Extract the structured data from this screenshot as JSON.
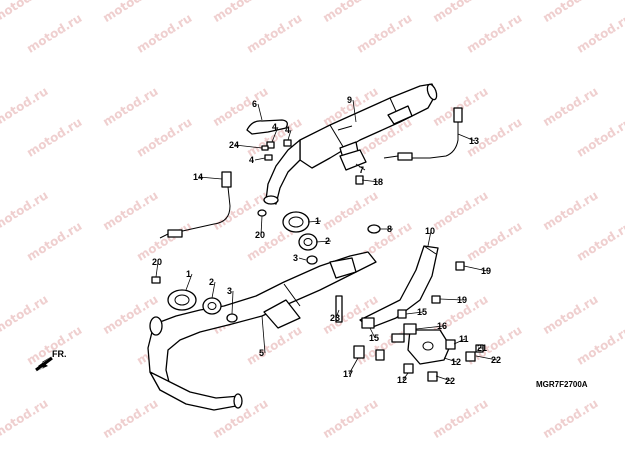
{
  "diagram": {
    "drawing_code": "MGR7F2700A",
    "direction_label": "FR.",
    "watermark_text": "motod.ru",
    "callouts": [
      {
        "id": "c6",
        "label": "6"
      },
      {
        "id": "c9",
        "label": "9"
      },
      {
        "id": "c4a",
        "label": "4"
      },
      {
        "id": "c4b",
        "label": "4"
      },
      {
        "id": "c24",
        "label": "24"
      },
      {
        "id": "c4c",
        "label": "4"
      },
      {
        "id": "c13",
        "label": "13"
      },
      {
        "id": "c7",
        "label": "7"
      },
      {
        "id": "c18",
        "label": "18"
      },
      {
        "id": "c14",
        "label": "14"
      },
      {
        "id": "c1a",
        "label": "1"
      },
      {
        "id": "c2a",
        "label": "2"
      },
      {
        "id": "c20a",
        "label": "20"
      },
      {
        "id": "c3a",
        "label": "3"
      },
      {
        "id": "c8",
        "label": "8"
      },
      {
        "id": "c10",
        "label": "10"
      },
      {
        "id": "c19a",
        "label": "19"
      },
      {
        "id": "c20b",
        "label": "20"
      },
      {
        "id": "c1b",
        "label": "1"
      },
      {
        "id": "c2b",
        "label": "2"
      },
      {
        "id": "c3b",
        "label": "3"
      },
      {
        "id": "c19b",
        "label": "19"
      },
      {
        "id": "c23",
        "label": "23"
      },
      {
        "id": "c15a",
        "label": "15"
      },
      {
        "id": "c16",
        "label": "16"
      },
      {
        "id": "c5",
        "label": "5"
      },
      {
        "id": "c15b",
        "label": "15"
      },
      {
        "id": "c11",
        "label": "11"
      },
      {
        "id": "c21",
        "label": "21"
      },
      {
        "id": "c12a",
        "label": "12"
      },
      {
        "id": "c22a",
        "label": "22"
      },
      {
        "id": "c17",
        "label": "17"
      },
      {
        "id": "c12b",
        "label": "12"
      },
      {
        "id": "c22b",
        "label": "22"
      }
    ]
  }
}
